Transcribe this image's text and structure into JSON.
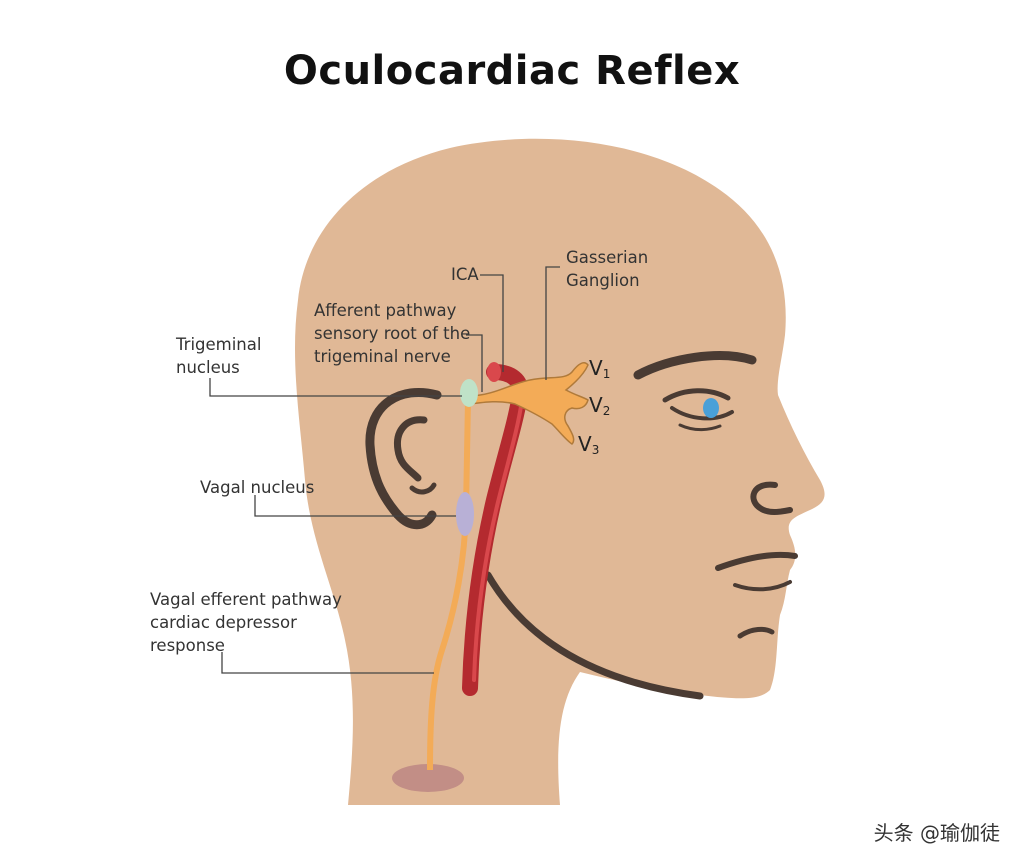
{
  "title": "Oculocardiac Reflex",
  "labels": {
    "ica": "ICA",
    "gasserian_ganglion": [
      "Gasserian",
      "Ganglion"
    ],
    "afferent_pathway": [
      "Afferent pathway",
      "sensory root of the",
      "trigeminal nerve"
    ],
    "trigeminal_nucleus": [
      "Trigeminal",
      "nucleus"
    ],
    "vagal_nucleus": "Vagal nucleus",
    "vagal_efferent": [
      "Vagal efferent pathway",
      "cardiac depressor",
      "response"
    ]
  },
  "branches": {
    "v1": {
      "letter": "V",
      "num": "1"
    },
    "v2": {
      "letter": "V",
      "num": "2"
    },
    "v3": {
      "letter": "V",
      "num": "3"
    }
  },
  "colors": {
    "skin": "#e0b896",
    "outline_dark": "#4a3b33",
    "artery": "#b42a2f",
    "artery_highlight": "#d9484c",
    "nerve": "#f3ab57",
    "nerve_stroke": "#b07a3a",
    "trigeminal_nucleus": "#bfe2c8",
    "vagal_nucleus": "#b8b0d6",
    "heart_target": "#c28e86",
    "iris": "#4aa0d8",
    "leader_line": "#444444"
  },
  "watermark": "头条 @瑜伽徒"
}
